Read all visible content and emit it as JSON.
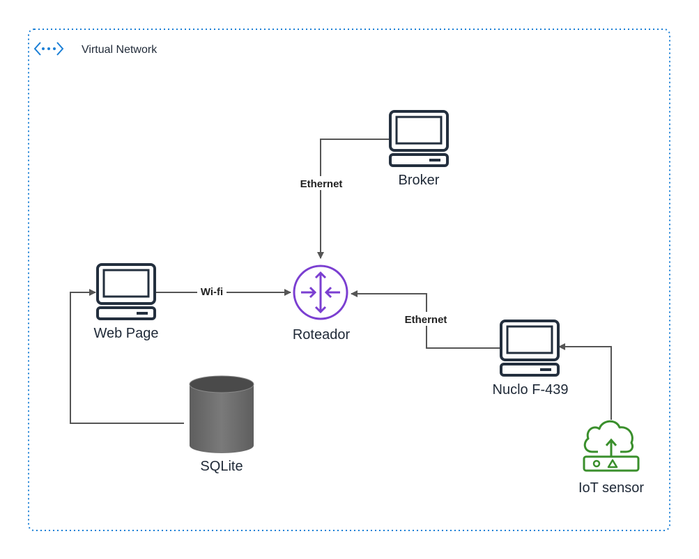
{
  "network": {
    "title": "Virtual Network",
    "icon": "virtual-network-icon"
  },
  "nodes": {
    "broker": {
      "label": "Broker",
      "icon": "computer-icon"
    },
    "web_page": {
      "label": "Web Page",
      "icon": "computer-icon"
    },
    "router": {
      "label": "Roteador",
      "icon": "router-icon"
    },
    "nuclo": {
      "label": "Nuclo F-439",
      "icon": "computer-icon"
    },
    "sqlite": {
      "label": "SQLite",
      "icon": "database-icon"
    },
    "iot": {
      "label": "IoT sensor",
      "icon": "iot-sensor-icon"
    }
  },
  "edges": {
    "broker_router": {
      "label": "Ethernet"
    },
    "web_router": {
      "label": "Wi-fi"
    },
    "nuclo_router": {
      "label": "Ethernet"
    },
    "sqlite_web": {
      "label": ""
    },
    "iot_nuclo": {
      "label": ""
    }
  },
  "colors": {
    "network_border": "#1a7fd6",
    "device": "#232f3e",
    "router": "#7b3fd1",
    "iot": "#3a8f2c",
    "database": "#6b6b6b",
    "edge": "#555555"
  }
}
